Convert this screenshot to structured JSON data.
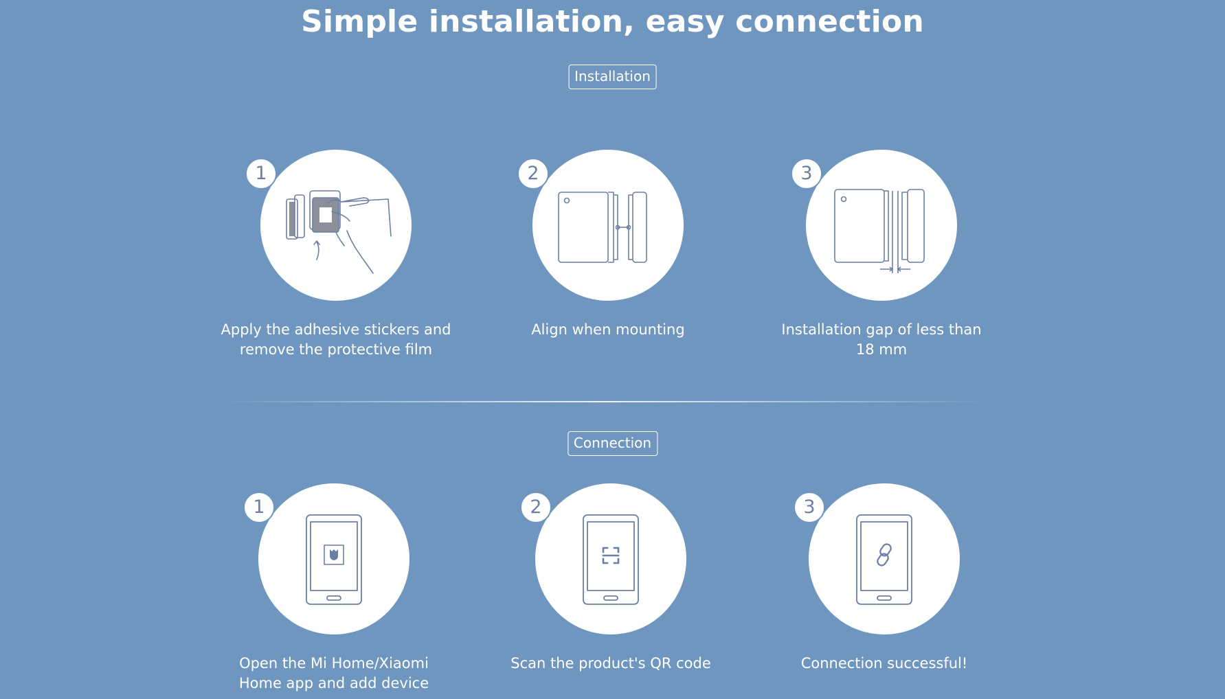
{
  "title": "Simple installation, easy connection",
  "installation": {
    "tag": "Installation",
    "steps": [
      {
        "number": "1",
        "lines": [
          "Apply the adhesive stickers and",
          "remove the protective film"
        ],
        "icon": "adhesive-sticker-icon"
      },
      {
        "number": "2",
        "lines": [
          "Align when mounting"
        ],
        "icon": "align-sensor-icon"
      },
      {
        "number": "3",
        "lines": [
          "Installation gap of less than",
          "18 mm"
        ],
        "icon": "gap-sensor-icon"
      }
    ]
  },
  "connection": {
    "tag": "Connection",
    "steps": [
      {
        "number": "1",
        "lines": [
          "Open the Mi Home/Xiaomi",
          "Home app and add device"
        ],
        "icon": "phone-mi-home-icon"
      },
      {
        "number": "2",
        "lines": [
          "Scan the product's QR code"
        ],
        "icon": "phone-scan-icon"
      },
      {
        "number": "3",
        "lines": [
          "Connection successful!"
        ],
        "icon": "phone-link-icon"
      }
    ]
  },
  "colors": {
    "background": "#6e96bf",
    "line_art": "#6b7fa3",
    "text": "#ffffff"
  }
}
